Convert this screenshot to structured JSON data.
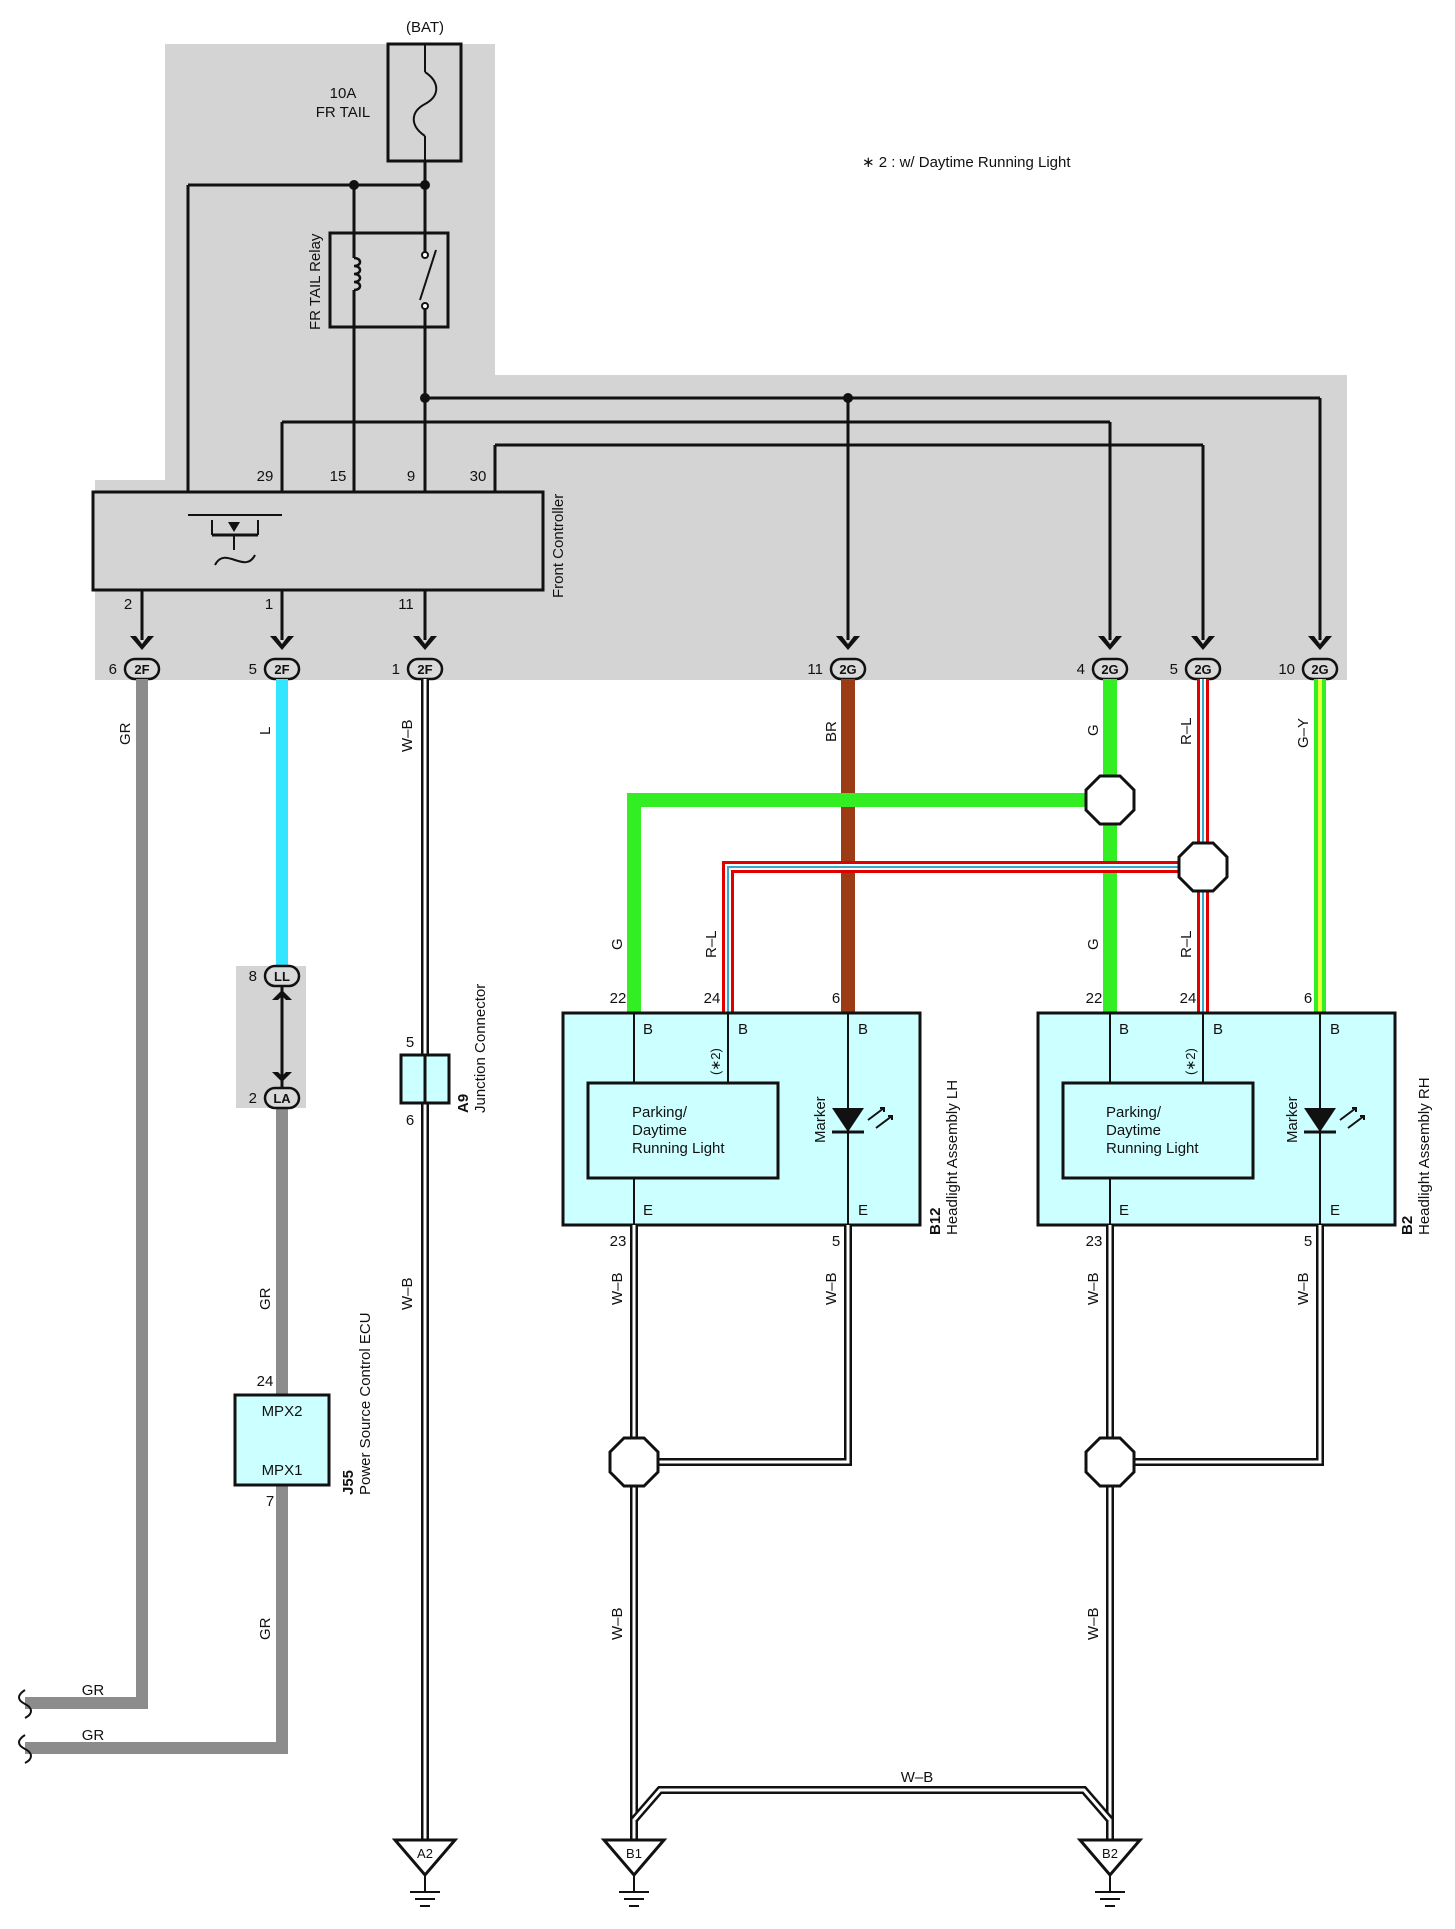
{
  "note": "∗ 2 : w/ Daytime Running Light",
  "bat": "(BAT)",
  "fuse": {
    "line1": "10A",
    "line2": "FR TAIL"
  },
  "relay": "FR TAIL Relay",
  "front_controller": {
    "name": "Front Controller",
    "top_pins": [
      "29",
      "15",
      "9",
      "30"
    ],
    "bottom_pins": [
      "2",
      "1",
      "11"
    ]
  },
  "connectors": [
    {
      "id": "2F",
      "pin": "6"
    },
    {
      "id": "2F",
      "pin": "5"
    },
    {
      "id": "2F",
      "pin": "1"
    },
    {
      "id": "2G",
      "pin": "11"
    },
    {
      "id": "2G",
      "pin": "4"
    },
    {
      "id": "2G",
      "pin": "5"
    },
    {
      "id": "2G",
      "pin": "10"
    }
  ],
  "wires": {
    "gr": "GR",
    "l": "L",
    "wb": "W–B",
    "br": "BR",
    "g": "G",
    "rl": "R–L",
    "gy": "G–Y"
  },
  "ll_la": {
    "ll": "LL",
    "ll_pin": "8",
    "la": "LA",
    "la_pin": "2"
  },
  "power_ecu": {
    "code": "J55",
    "name": "Power Source Control ECU",
    "pin_top": "24",
    "pin_bottom": "7",
    "mpx2": "MPX2",
    "mpx1": "MPX1"
  },
  "junction": {
    "code": "A9",
    "name": "Junction Connector",
    "pin_top": "5",
    "pin_bottom": "6"
  },
  "headlight_lh": {
    "code": "B12",
    "name": "Headlight Assembly LH",
    "pins_top": [
      "22",
      "24",
      "6"
    ],
    "pins_bottom": [
      "23",
      "5"
    ],
    "b": "B",
    "e": "E",
    "star": "(∗2)",
    "parking": [
      "Parking/",
      "Daytime",
      "Running Light"
    ],
    "marker": "Marker"
  },
  "headlight_rh": {
    "code": "B2",
    "name": "Headlight Assembly RH",
    "pins_top": [
      "22",
      "24",
      "6"
    ],
    "pins_bottom": [
      "23",
      "5"
    ],
    "b": "B",
    "e": "E",
    "star": "(∗2)",
    "parking": [
      "Parking/",
      "Daytime",
      "Running Light"
    ],
    "marker": "Marker"
  },
  "grounds": [
    "A2",
    "B1",
    "B2"
  ],
  "colors": {
    "gray_bg": "#d4d4d4",
    "box": "#ccffff",
    "gr": "#8c8c8c",
    "l": "#33e6ff",
    "br": "#9b3c14",
    "g": "#33ee22",
    "red": "#e00000",
    "gy_yellow": "#e8ff3a"
  }
}
